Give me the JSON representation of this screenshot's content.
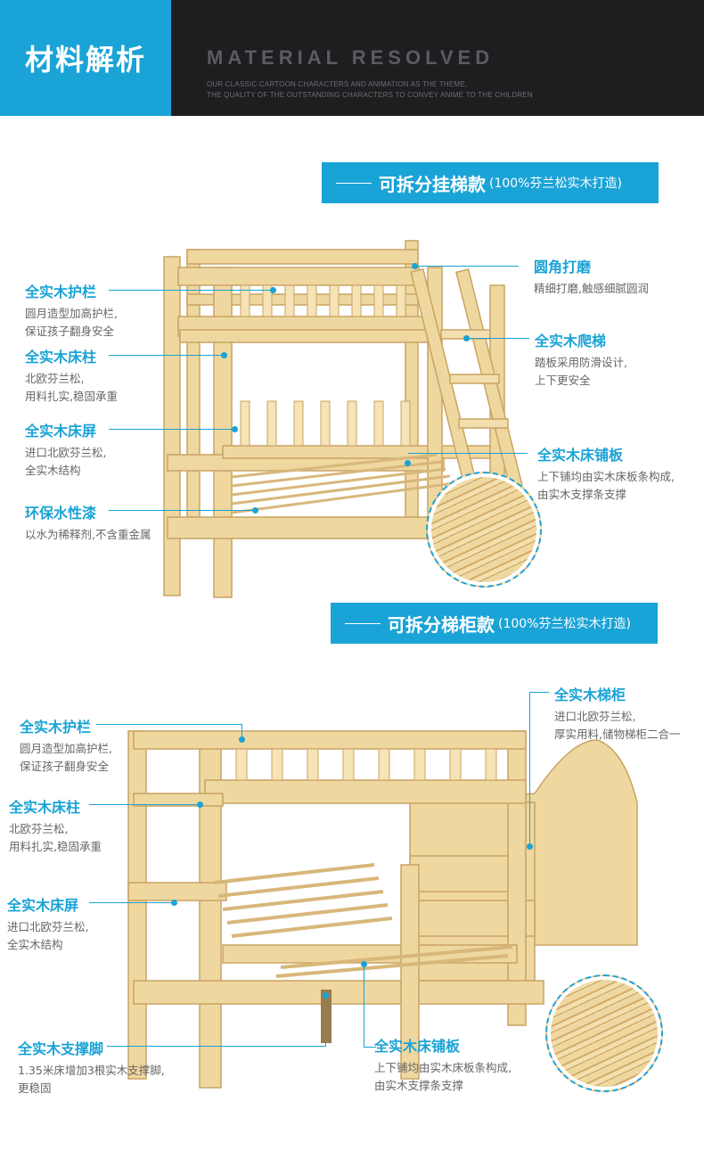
{
  "header": {
    "badge": "材料解析",
    "title": "MATERIAL RESOLVED",
    "sub1": "OUR CLASSIC CARTOON CHARACTERS AND ANIMATION AS THE THEME,",
    "sub2": "THE QUALITY OF THE OUTSTANDING CHARACTERS TO CONVEY ANIME TO THE CHILDREN"
  },
  "section1": {
    "banner_main": "可拆分挂梯款",
    "banner_sub": "(100%芬兰松实木打造)",
    "labels": {
      "guardrail": {
        "title": "全实木护栏",
        "d1": "圆月造型加高护栏,",
        "d2": "保证孩子翻身安全"
      },
      "post": {
        "title": "全实木床柱",
        "d1": "北欧芬兰松,",
        "d2": "用料扎实,稳固承重"
      },
      "headboard": {
        "title": "全实木床屏",
        "d1": "进口北欧芬兰松,",
        "d2": "全实木结构"
      },
      "paint": {
        "title": "环保水性漆",
        "d1": "以水为稀释剂,不含重金属"
      },
      "corner": {
        "title": "圆角打磨",
        "d1": "精细打磨,触感细腻圆润"
      },
      "ladder": {
        "title": "全实木爬梯",
        "d1": "踏板采用防滑设计,",
        "d2": "上下更安全"
      },
      "slats": {
        "title": "全实木床铺板",
        "d1": "上下铺均由实木床板条构成,",
        "d2": "由实木支撑条支撑"
      }
    }
  },
  "section2": {
    "banner_main": "可拆分梯柜款",
    "banner_sub": "(100%芬兰松实木打造)",
    "labels": {
      "cabinet": {
        "title": "全实木梯柜",
        "d1": "进口北欧芬兰松,",
        "d2": "厚实用料,储物梯柜二合一"
      },
      "guardrail": {
        "title": "全实木护栏",
        "d1": "圆月造型加高护栏,",
        "d2": "保证孩子翻身安全"
      },
      "post": {
        "title": "全实木床柱",
        "d1": "北欧芬兰松,",
        "d2": "用料扎实,稳固承重"
      },
      "headboard": {
        "title": "全实木床屏",
        "d1": "进口北欧芬兰松,",
        "d2": "全实木结构"
      },
      "legs": {
        "title": "全实木支撑脚",
        "d1": "1.35米床增加3根实木支撑脚,",
        "d2": "更稳固"
      },
      "slats": {
        "title": "全实木床铺板",
        "d1": "上下铺均由实木床板条构成,",
        "d2": "由实木支撑条支撑"
      }
    }
  },
  "colors": {
    "accent": "#1aa3d6",
    "header_bg": "#1e1e21",
    "wood": "#efd7a0",
    "wood_dark": "#c9a462"
  }
}
